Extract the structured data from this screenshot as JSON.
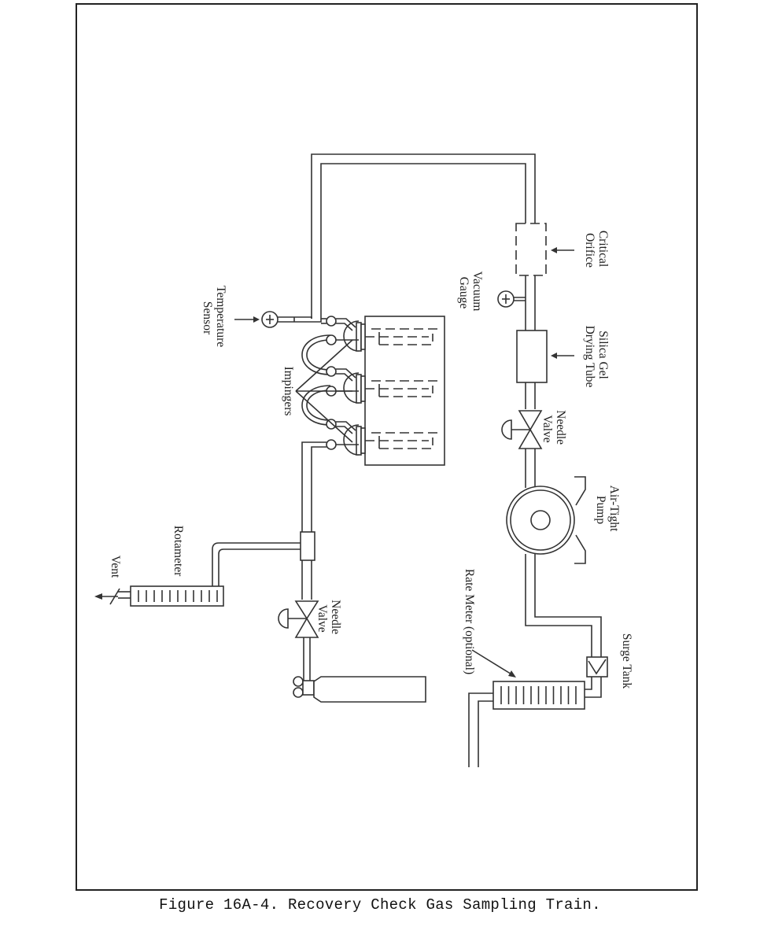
{
  "figure": {
    "caption": "Figure 16A-4.  Recovery Check Gas Sampling Train.",
    "ink_color": "#333333",
    "background": "#ffffff"
  },
  "labels": {
    "temperature_sensor": [
      "Temperature",
      "Sensor"
    ],
    "impingers": "Impingers",
    "vacuum_gauge": [
      "Vacuum",
      "Gauge"
    ],
    "critical_orifice": [
      "Critical",
      "Orifice"
    ],
    "silica_gel": [
      "Silica Gel",
      "Drying Tube"
    ],
    "needle_valve_sample": [
      "Needle",
      "Valve"
    ],
    "pump": [
      "Air-Tight",
      "Pump"
    ],
    "rotameter": "Rotameter",
    "vent": "Vent",
    "needle_valve_gas": [
      "Needle",
      "Valve"
    ],
    "rate_meter": "Rate Meter (optional)",
    "surge_tank": "Surge Tank"
  },
  "components": [
    {
      "id": "temperature-sensor",
      "icon": "dial-gauge-icon"
    },
    {
      "id": "impinger-train",
      "count": 3
    },
    {
      "id": "critical-orifice",
      "icon": "dashed-box"
    },
    {
      "id": "vacuum-gauge",
      "icon": "dial-gauge-icon"
    },
    {
      "id": "silica-gel-drying-tube",
      "icon": "rect-tube"
    },
    {
      "id": "needle-valve-sample",
      "icon": "valve-icon"
    },
    {
      "id": "air-tight-pump",
      "icon": "pump-icon"
    },
    {
      "id": "surge-tank",
      "icon": "tank-icon"
    },
    {
      "id": "rate-meter",
      "icon": "meter-icon"
    },
    {
      "id": "rotameter",
      "icon": "meter-icon"
    },
    {
      "id": "vent",
      "icon": "arrow-icon"
    },
    {
      "id": "needle-valve-gas",
      "icon": "valve-icon"
    },
    {
      "id": "gas-cylinder",
      "icon": "cylinder-icon"
    }
  ]
}
